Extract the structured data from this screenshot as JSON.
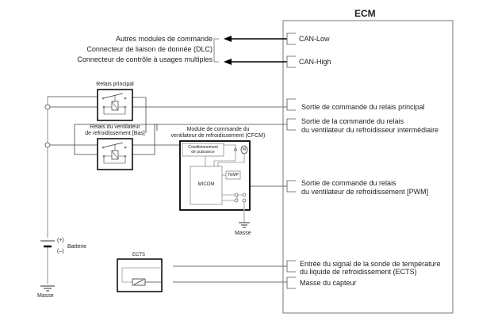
{
  "ecm": {
    "title": "ECM",
    "pins": {
      "can_low": "CAN-Low",
      "can_high": "CAN-High",
      "main_relay_out": "Sortie de commande du relais principal",
      "intercooler_fan_relay_out_1": "Sortie de la commande du relais",
      "intercooler_fan_relay_out_2": "du ventilateur du refroidisseur intermédiaire",
      "pwm_fan_relay_out_1": "Sortie de commande du relais",
      "pwm_fan_relay_out_2": "du ventilateur de refroidissement [PWM]",
      "ects_input_1": "Entrée du signal de la sonde de température",
      "ects_input_2": "du liquide de refroidissement (ECTS)",
      "sensor_ground": "Masse du capteur"
    }
  },
  "network": {
    "other_modules": "Autres modules de commande",
    "dlc": "Connecteur de liaison de donnée (DLC)",
    "multi_purpose": "Connecteur de contrôle à usages multiples"
  },
  "relays": {
    "main": "Relais principal",
    "fan_low_1": "Relais du ventilateur",
    "fan_low_2": "de refroidissement [Bas]"
  },
  "cfcm": {
    "title_1": "Module de commande du",
    "title_2": "ventilateur de refroidissement (CFCM)",
    "power_cond_1": "Conditionnement",
    "power_cond_2": "de puissance",
    "micom": "MICOM",
    "temp": "TEMP",
    "motor": "M"
  },
  "battery": {
    "plus": "(+)",
    "minus": "(–)",
    "label": "Batterie"
  },
  "grounds": {
    "battery_ground": "Masse",
    "cfcm_ground": "Masse"
  },
  "sensor": {
    "ects": "ECTS"
  }
}
